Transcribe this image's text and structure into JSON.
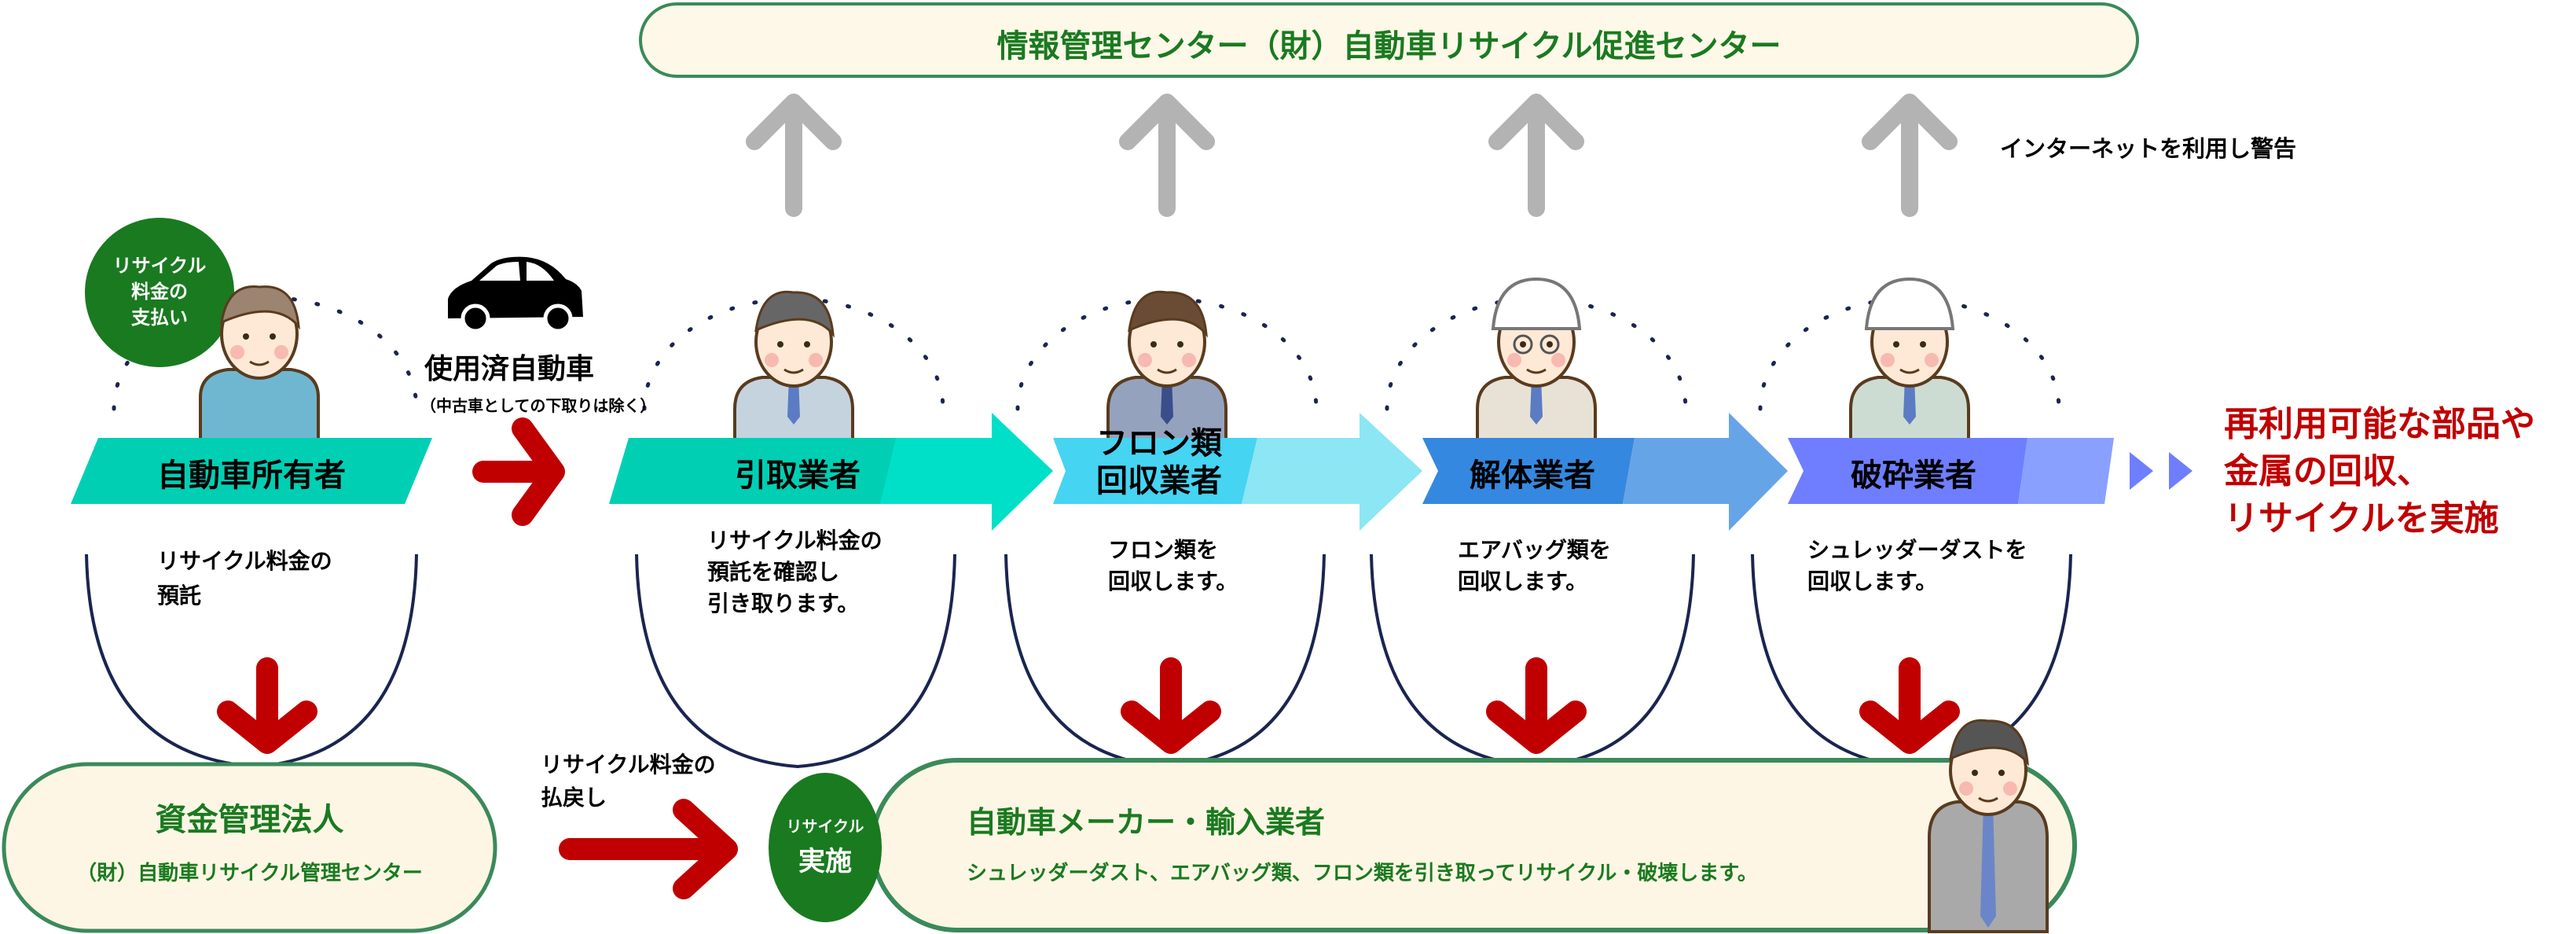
{
  "top_center": {
    "label": "情報管理センター（財）自動車リサイクル促進センター"
  },
  "internet_note": "インターネットを利用し警告",
  "payment_badge": {
    "line1": "リサイクル",
    "line2": "料金の",
    "line3": "支払い"
  },
  "car_label": "使用済自動車",
  "car_note": "（中古車としての下取りは除く）",
  "steps": [
    {
      "label": "自動車所有者",
      "desc": [
        "リサイクル料金の",
        "預託"
      ]
    },
    {
      "label": "引取業者",
      "desc": [
        "リサイクル料金の",
        "預託を確認し",
        "引き取ります。"
      ]
    },
    {
      "label_lines": [
        "フロン類",
        "回収業者"
      ],
      "desc": [
        "フロン類を",
        "回収します。"
      ]
    },
    {
      "label": "解体業者",
      "desc": [
        "エアバッグ類を",
        "回収します。"
      ]
    },
    {
      "label": "破砕業者",
      "desc": [
        "シュレッダーダストを",
        "回収します。"
      ]
    }
  ],
  "result_text": [
    "再利用可能な部品や",
    "金属の回収、",
    "リサイクルを実施"
  ],
  "fund_manager": {
    "title": "資金管理法人",
    "subtitle": "（財）自動車リサイクル管理センター"
  },
  "refund_label": [
    "リサイクル料金の",
    "払戻し"
  ],
  "implement_badge": {
    "line1": "リサイクル",
    "line2": "実施"
  },
  "maker": {
    "title": "自動車メーカー・輸入業者",
    "desc": "シュレッダーダスト、エアバッグ類、フロン類を引き取ってリサイクル・破壊します。"
  },
  "colors": {
    "green": "#1a7a20",
    "red": "#c00000",
    "teal": "#00cfb4",
    "cyan": "#45d4f2",
    "blue": "#3588e0",
    "violet": "#6e7eff",
    "cream": "#fdf6e4"
  }
}
